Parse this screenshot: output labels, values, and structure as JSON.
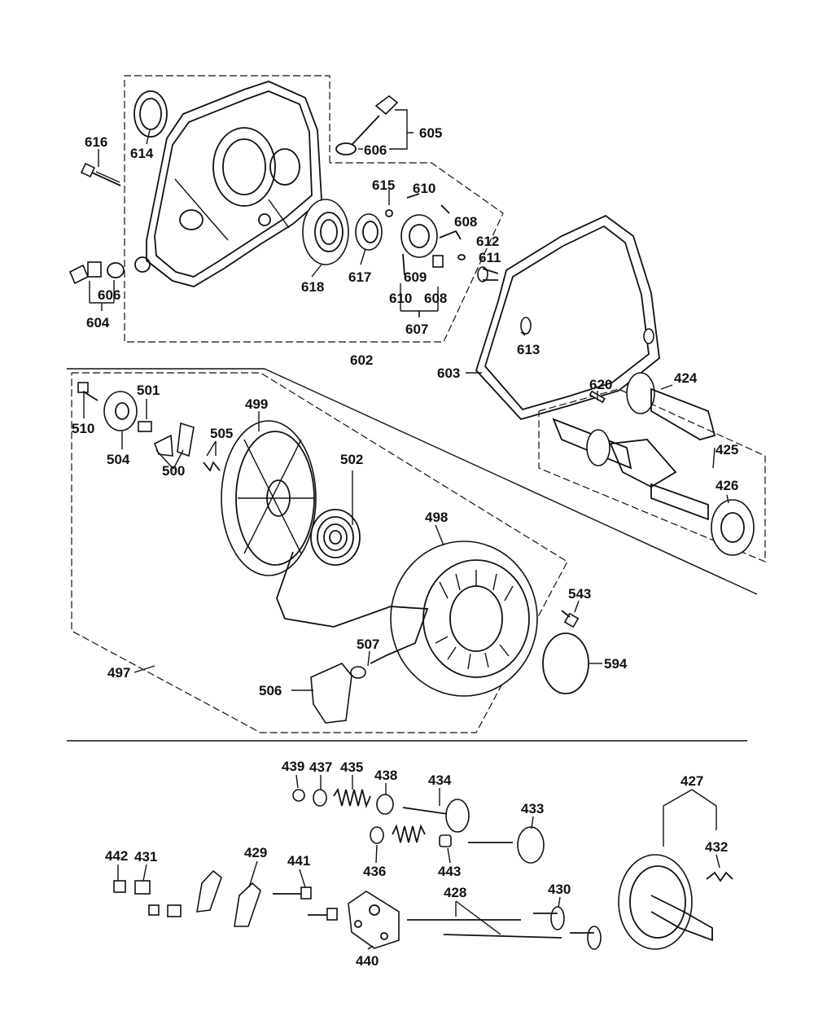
{
  "labels": {
    "616": "616",
    "614": "614",
    "605": "605",
    "606a": "606",
    "615": "615",
    "610a": "610",
    "608a": "608",
    "612": "612",
    "611": "611",
    "606b": "606",
    "604": "604",
    "618": "618",
    "617": "617",
    "609": "609",
    "610b": "610",
    "608b": "608",
    "607": "607",
    "613": "613",
    "602": "602",
    "603": "603",
    "620": "620",
    "424": "424",
    "425": "425",
    "426": "426",
    "501": "501",
    "510": "510",
    "499": "499",
    "505": "505",
    "504": "504",
    "500": "500",
    "502": "502",
    "498": "498",
    "543": "543",
    "507": "507",
    "594": "594",
    "497": "497",
    "506": "506",
    "439": "439",
    "437": "437",
    "435": "435",
    "438": "438",
    "434": "434",
    "427": "427",
    "433": "433",
    "432": "432",
    "442": "442",
    "431": "431",
    "429": "429",
    "441": "441",
    "436": "436",
    "443": "443",
    "430": "430",
    "428": "428",
    "440": "440"
  }
}
